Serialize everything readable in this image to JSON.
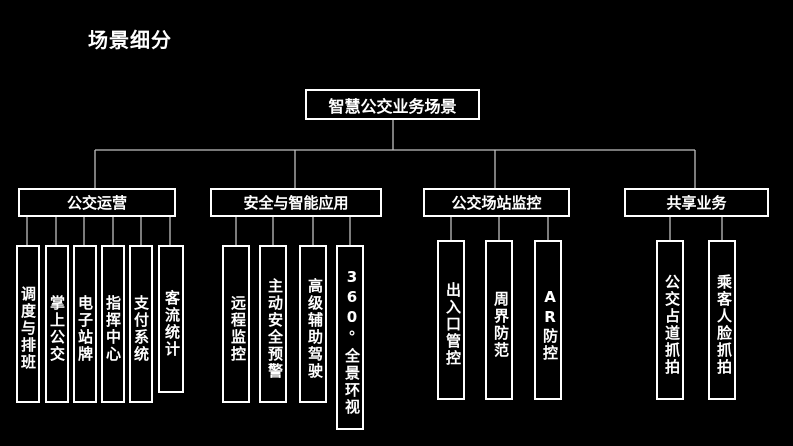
{
  "title": "场景细分",
  "root": "智慧公交业务场景",
  "categories": [
    {
      "label": "公交运营",
      "items": [
        "调度与排班",
        "掌上公交",
        "电子站牌",
        "指挥中心",
        "支付系统",
        "客流统计"
      ]
    },
    {
      "label": "安全与智能应用",
      "items": [
        "远程监控",
        "主动安全预警",
        "高级辅助驾驶",
        "360°全景环视"
      ]
    },
    {
      "label": "公交场站监控",
      "items": [
        "出入口管控",
        "周界防范",
        "AR防控"
      ]
    },
    {
      "label": "共享业务",
      "items": [
        "公交占道抓拍",
        "乘客人脸抓拍"
      ]
    }
  ],
  "colors": {
    "background": "#000000",
    "box_border": "#ffffff",
    "connector": "#bfbfbf"
  }
}
